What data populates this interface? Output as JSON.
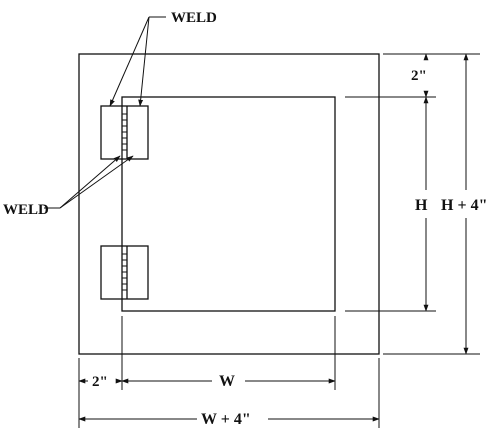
{
  "labels": {
    "weld_top": "WELD",
    "weld_left": "WELD",
    "h": "H",
    "h_plus": "H + 4\"",
    "top_gap": "2\"",
    "left_gap": "2\"",
    "w": "W",
    "w_plus": "W + 4\""
  },
  "colors": {
    "line": "#111111",
    "background": "#ffffff"
  }
}
